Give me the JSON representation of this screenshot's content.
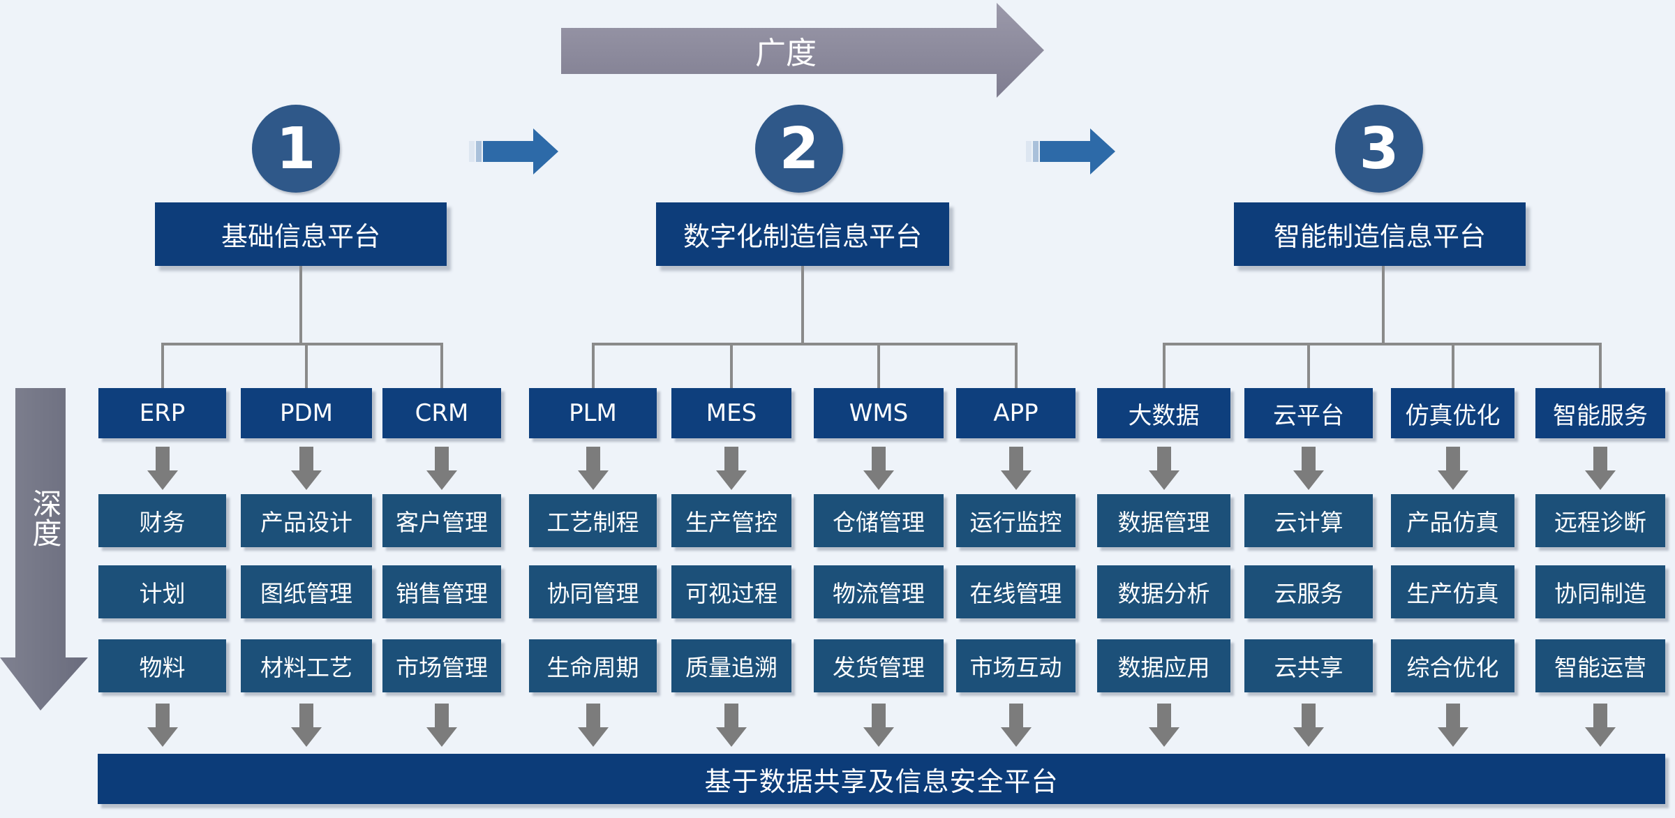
{
  "breadth_label": "广度",
  "depth_label": "深度",
  "stages": [
    {
      "number": "1",
      "platform": "基础信息平台",
      "modules": [
        {
          "name": "ERP",
          "items": [
            "财务",
            "计划",
            "物料"
          ]
        },
        {
          "name": "PDM",
          "items": [
            "产品设计",
            "图纸管理",
            "材料工艺"
          ]
        },
        {
          "name": "CRM",
          "items": [
            "客户管理",
            "销售管理",
            "市场管理"
          ]
        }
      ]
    },
    {
      "number": "2",
      "platform": "数字化制造信息平台",
      "modules": [
        {
          "name": "PLM",
          "items": [
            "工艺制程",
            "协同管理",
            "生命周期"
          ]
        },
        {
          "name": "MES",
          "items": [
            "生产管控",
            "可视过程",
            "质量追溯"
          ]
        },
        {
          "name": "WMS",
          "items": [
            "仓储管理",
            "物流管理",
            "发货管理"
          ]
        },
        {
          "name": "APP",
          "items": [
            "运行监控",
            "在线管理",
            "市场互动"
          ]
        }
      ]
    },
    {
      "number": "3",
      "platform": "智能制造信息平台",
      "modules": [
        {
          "name": "大数据",
          "items": [
            "数据管理",
            "数据分析",
            "数据应用"
          ]
        },
        {
          "name": "云平台",
          "items": [
            "云计算",
            "云服务",
            "云共享"
          ]
        },
        {
          "name": "仿真优化",
          "items": [
            "产品仿真",
            "生产仿真",
            "综合优化"
          ]
        },
        {
          "name": "智能服务",
          "items": [
            "远程诊断",
            "协同制造",
            "智能运营"
          ]
        }
      ]
    }
  ],
  "bottom_platform": "基于数据共享及信息安全平台",
  "colors": {
    "background": "#eef3f9",
    "platform": "#0d3d7a",
    "module": "#0e3f7d",
    "function": "#1c5079",
    "circle": "#2f5889",
    "connector": "#8a8a8a",
    "big_arrow": "#8c8a9c",
    "small_arrow": "#2d6aa8"
  }
}
